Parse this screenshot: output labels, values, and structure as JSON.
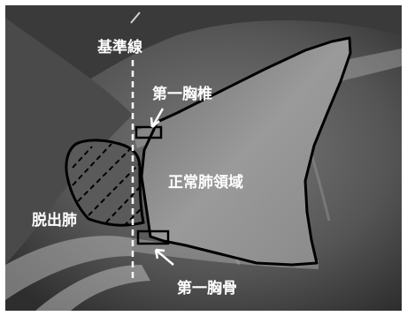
{
  "figure": {
    "labels": {
      "baseline": "基準線",
      "first_thoracic_vertebra": "第一胸椎",
      "normal_lung_region": "正常肺領域",
      "prolapsed_lung": "脱出肺",
      "first_sternum": "第一胸骨"
    },
    "colors": {
      "image_background": "#3a3a3a",
      "lung_fill": "#8a8a8a",
      "outline": "#000000",
      "label_text": "#ffffff",
      "baseline": "#ffffff",
      "frame": "#ffffff"
    }
  }
}
